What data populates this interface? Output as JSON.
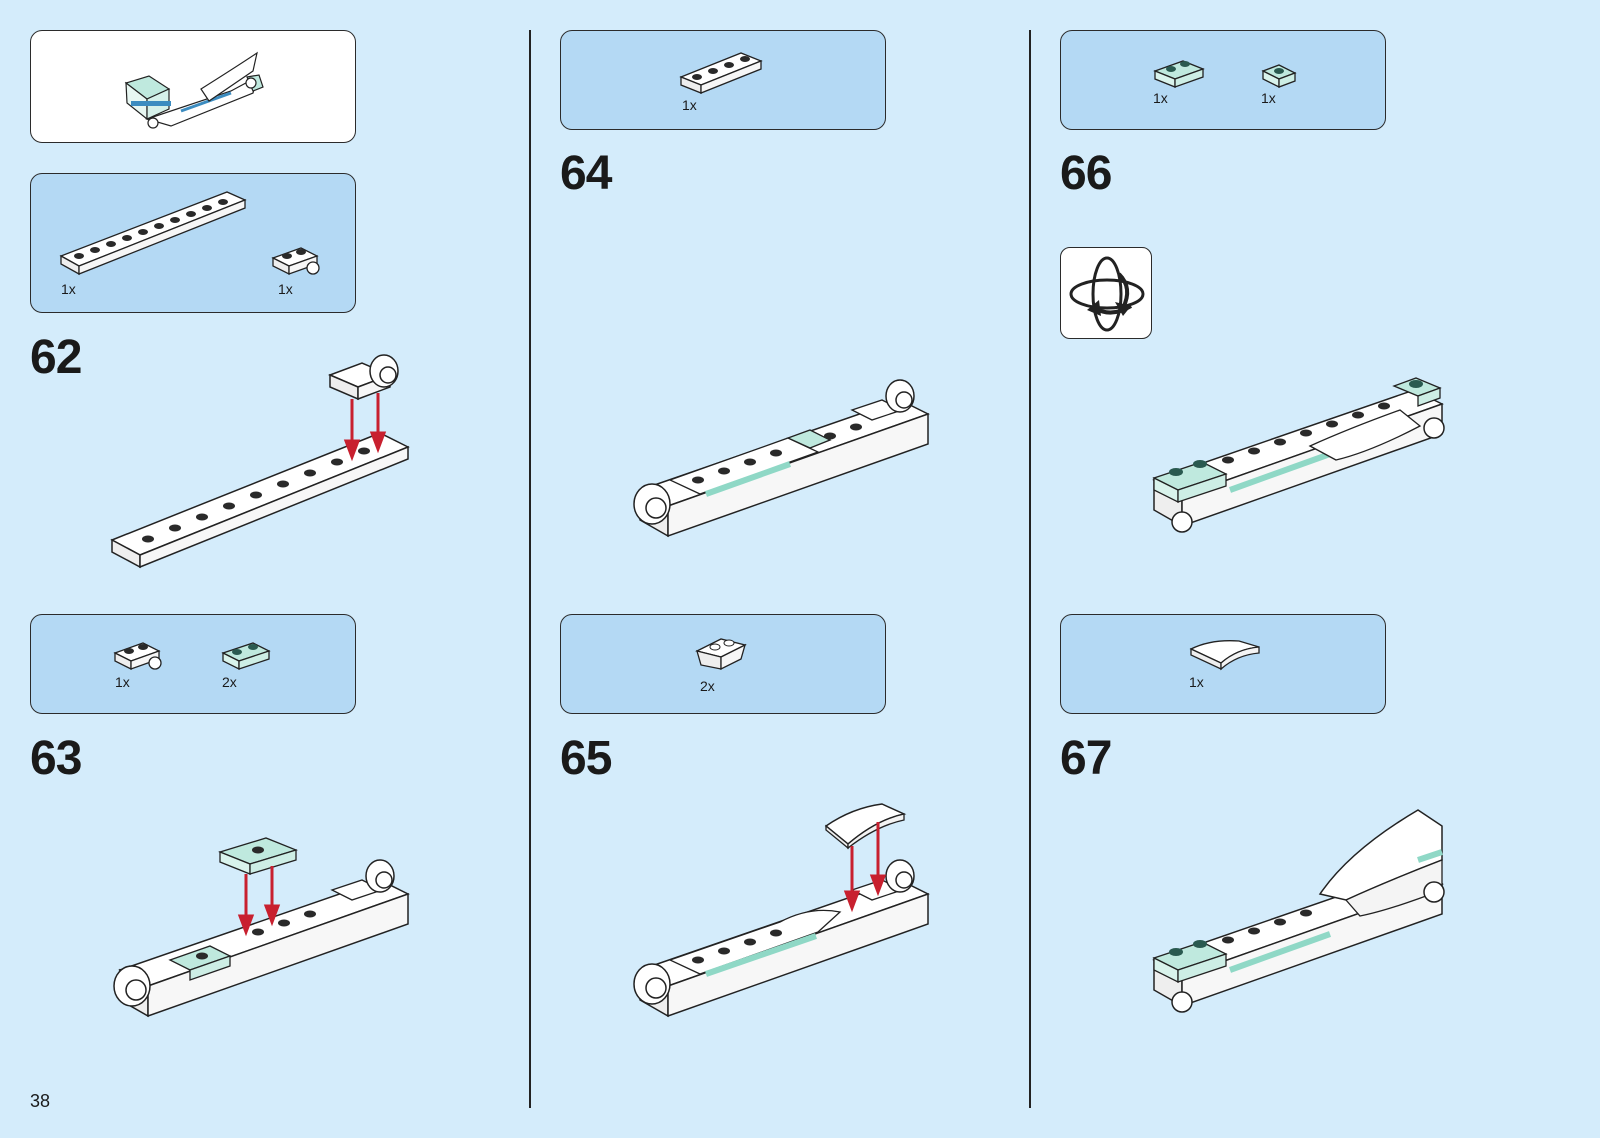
{
  "page": {
    "number": "38"
  },
  "steps": [
    {
      "number": "62",
      "parts": [
        "1x",
        "1x"
      ]
    },
    {
      "number": "63",
      "parts": [
        "1x",
        "2x"
      ]
    },
    {
      "number": "64",
      "parts": [
        "1x"
      ]
    },
    {
      "number": "65",
      "parts": [
        "2x"
      ]
    },
    {
      "number": "66",
      "parts": [
        "1x",
        "1x"
      ]
    },
    {
      "number": "67",
      "parts": [
        "1x"
      ]
    }
  ],
  "icons": [
    "rotate-model-icon"
  ],
  "colors": {
    "background": "#d4ecfb",
    "callout": "#b4d9f4",
    "arrow": "#c8202f",
    "trans_teal": "#bfe9de"
  }
}
